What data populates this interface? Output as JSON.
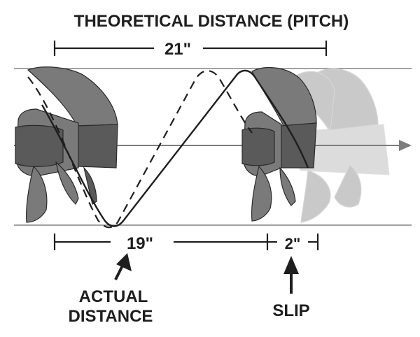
{
  "diagram": {
    "title": "THEORETICAL DISTANCE (PITCH)",
    "pitch_value": "21\"",
    "actual_value": "19\"",
    "slip_value": "2\"",
    "actual_label_line1": "ACTUAL",
    "actual_label_line2": "DISTANCE",
    "slip_label": "SLIP"
  },
  "colors": {
    "ink": "#1e1e1e",
    "propeller": "#7a7a7a",
    "propeller_ghost": "#c9c9c9",
    "guide_line": "#6a6a6a",
    "axis_arrow": "#7d7d7d"
  },
  "icons": [
    "propeller-icon",
    "propeller-icon",
    "propeller-ghost-icon",
    "arrow-up-icon",
    "arrow-up-icon"
  ]
}
